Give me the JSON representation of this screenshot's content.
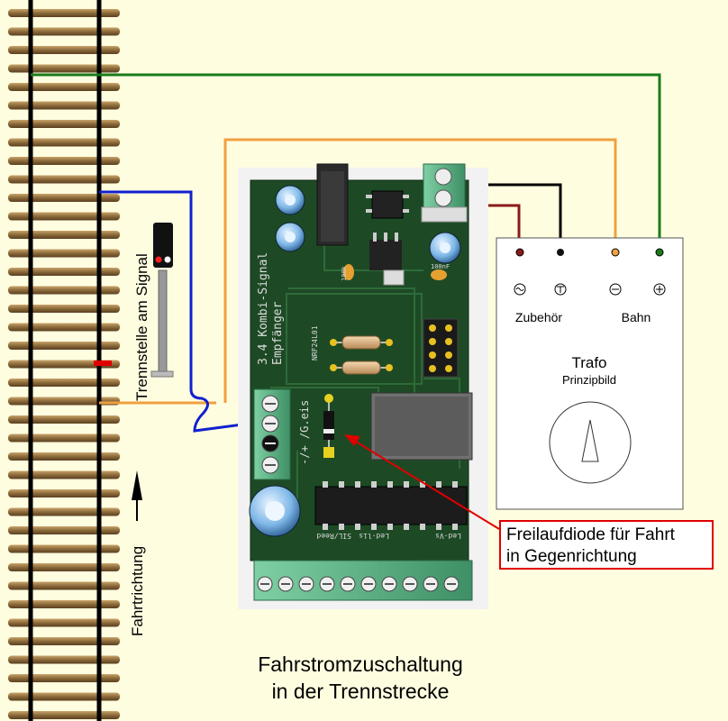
{
  "labels": {
    "fahrtrichtung": "Fahrtrichtung",
    "trennstelle": "Trennstelle am Signal",
    "board_line1": "3.4 Kombi-Signal",
    "board_line2": "Empfänger",
    "board_id": "NRF24L01",
    "board_left_terminal": "-/+ /G.eis",
    "board_bottom_1": "SIL/Reed",
    "board_bottom_2": "Led-lis",
    "board_bottom_3": "Led-Vs",
    "resistor_label": "100k",
    "cap_label": "100nF",
    "trafo_zubehoer": "Zubehör",
    "trafo_bahn": "Bahn",
    "trafo_title": "Trafo",
    "trafo_subtitle": "Prinzipbild",
    "callout_line1": "Freilaufdiode für Fahrt",
    "callout_line2": "in Gegenrichtung",
    "title_line1": "Fahrstromzuschaltung",
    "title_line2": "in der Trennstrecke"
  },
  "colors": {
    "background": "#fffde0",
    "rail": "#000000",
    "sleeper": "#8b6a3a",
    "wire_green": "#1a7a1a",
    "wire_orange": "#f0a040",
    "wire_blue": "#1020d0",
    "wire_black": "#000000",
    "wire_darkred": "#8b1a1a",
    "pcb": "#1d4a25",
    "terminal": "#5aaa80",
    "callout_red": "#e00000",
    "gap_red": "#e00000"
  },
  "icons": {
    "trafo_terminals": [
      "ac-symbol-icon",
      "t-symbol-icon",
      "minus-symbol-icon",
      "plus-symbol-icon"
    ],
    "arrow": "direction-arrow-icon",
    "signal": "signal-light-icon",
    "dial": "trafo-dial-icon"
  }
}
